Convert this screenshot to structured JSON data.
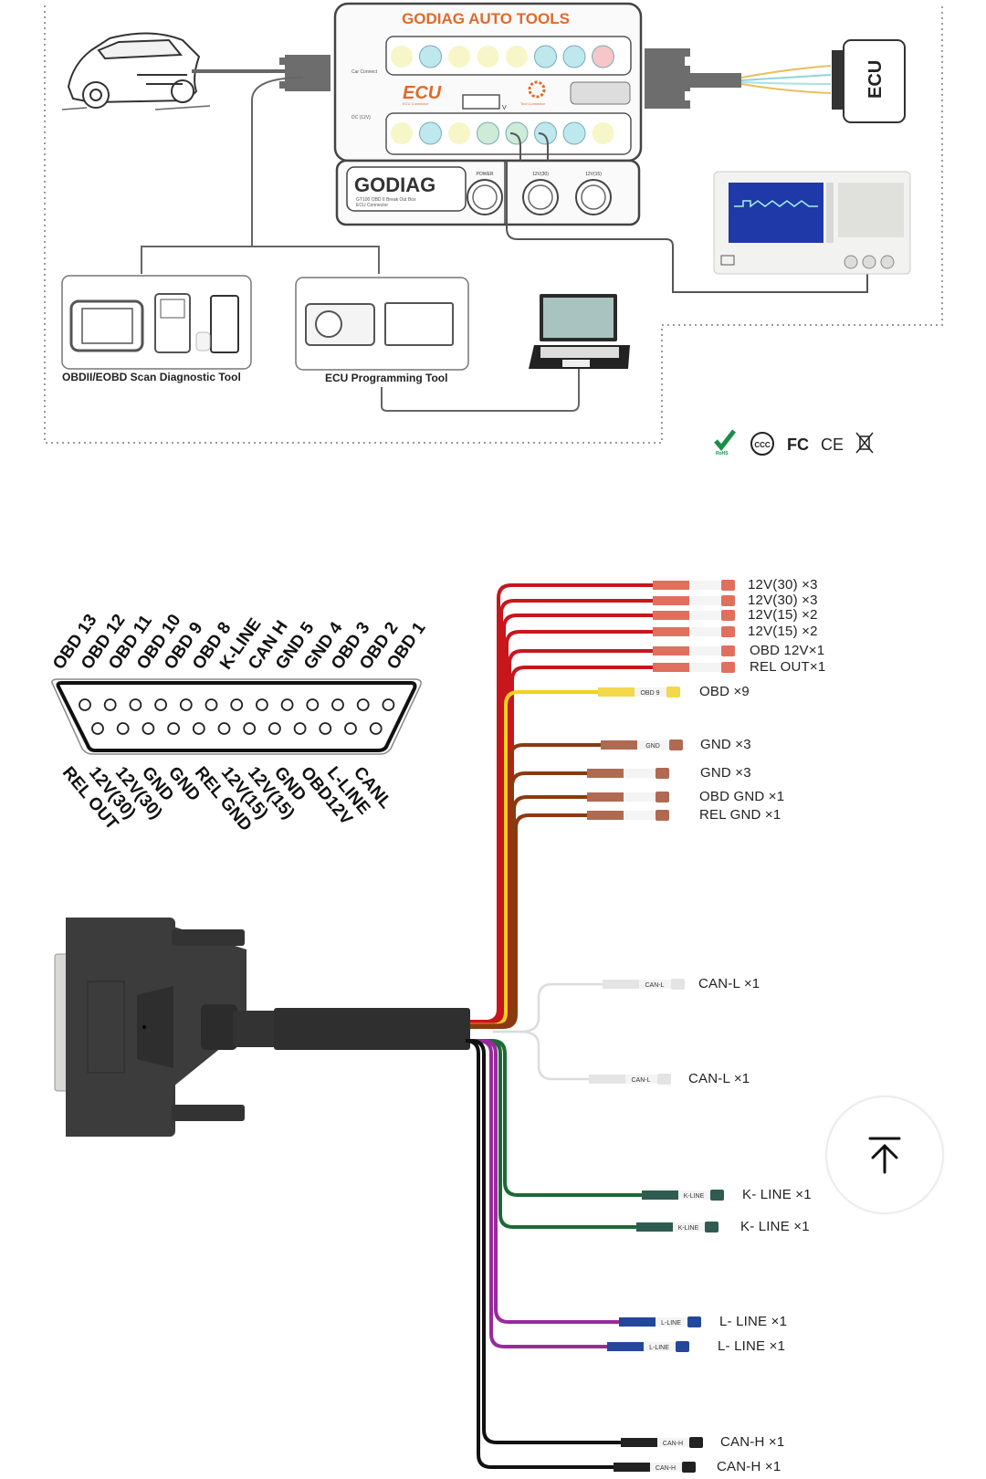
{
  "top_diagram": {
    "box_brand_header": "GODIAG AUTO TOOLS",
    "box_logo": "GODIAG",
    "box_model": "GT100 OBD II Break Out Box",
    "box_subtitle": "ECU Connector",
    "car_connect_label": "Car Connect",
    "dc_label": "DC (12V)",
    "ecu_label": "ECU",
    "ecu_sub": "ECU Connector",
    "tool_connector": "Tool Connector",
    "knob_labels": [
      "POWER",
      "12V(30)",
      "12V(15)"
    ],
    "ecu_module_label": "ECU",
    "scan_tool_caption": "OBDII/EOBD Scan Diagnostic Tool",
    "prog_tool_caption": "ECU Programming Tool",
    "certifications": [
      "RoHS",
      "CCC",
      "FC",
      "CE",
      "WEEE"
    ]
  },
  "db25": {
    "top_pins": [
      "OBD 13",
      "OBD 12",
      "OBD 11",
      "OBD 10",
      "OBD 9",
      "OBD 8",
      "K-LINE",
      "CAN H",
      "GND 5",
      "GND 4",
      "OBD 3",
      "OBD 2",
      "OBD 1"
    ],
    "bottom_pins": [
      "REL OUT",
      "12V(30)",
      "12V(30)",
      "GND",
      "GND",
      "REL GND",
      "12V(15)",
      "12V(15)",
      "GND",
      "OBD12V",
      "L-LINE",
      "CANL"
    ]
  },
  "wires": [
    {
      "label": "12V(30) ×3",
      "color": "#c8161d",
      "tip": "#e0705e"
    },
    {
      "label": "12V(30) ×3",
      "color": "#c8161d",
      "tip": "#e0705e"
    },
    {
      "label": "12V(15) ×2",
      "color": "#c8161d",
      "tip": "#e0705e"
    },
    {
      "label": "12V(15) ×2",
      "color": "#c8161d",
      "tip": "#e0705e"
    },
    {
      "label": "OBD 12V×1",
      "color": "#c8161d",
      "tip": "#e0705e"
    },
    {
      "label": "REL OUT×1",
      "color": "#c8161d",
      "tip": "#e0705e"
    },
    {
      "label": "OBD ×9",
      "color": "#f2d21c",
      "tip": "#f2d84a",
      "sleeve": "OBD 9"
    },
    {
      "label": "GND ×3",
      "color": "#8a3a10",
      "tip": "#b06a52",
      "sleeve": "GND"
    },
    {
      "label": "GND ×3",
      "color": "#8a3a10",
      "tip": "#b06a52"
    },
    {
      "label": "OBD GND ×1",
      "color": "#8a3a10",
      "tip": "#b06a52"
    },
    {
      "label": "REL GND ×1",
      "color": "#8a3a10",
      "tip": "#b06a52"
    },
    {
      "label": "CAN-L ×1",
      "color": "#dcdcdc",
      "tip": "#e4e4e4",
      "sleeve": "CAN-L"
    },
    {
      "label": "CAN-L ×1",
      "color": "#dcdcdc",
      "tip": "#e4e4e4",
      "sleeve": "CAN-L"
    },
    {
      "label": "K- LINE ×1",
      "color": "#1a6b35",
      "tip": "#2f5c50",
      "sleeve": "K-LINE"
    },
    {
      "label": "K- LINE ×1",
      "color": "#1a6b35",
      "tip": "#2f5c50",
      "sleeve": "K-LINE"
    },
    {
      "label": "L- LINE ×1",
      "color": "#9a2a9c",
      "tip": "#23479a",
      "sleeve": "L-LINE"
    },
    {
      "label": "L- LINE ×1",
      "color": "#9a2a9c",
      "tip": "#23479a",
      "sleeve": "L-LINE"
    },
    {
      "label": "CAN-H ×1",
      "color": "#111111",
      "tip": "#222222",
      "sleeve": "CAN-H"
    },
    {
      "label": "CAN-H ×1",
      "color": "#111111",
      "tip": "#222222",
      "sleeve": "CAN-H"
    }
  ],
  "scroll_top_button": {
    "icon": "arrow-up-to-line-icon"
  }
}
